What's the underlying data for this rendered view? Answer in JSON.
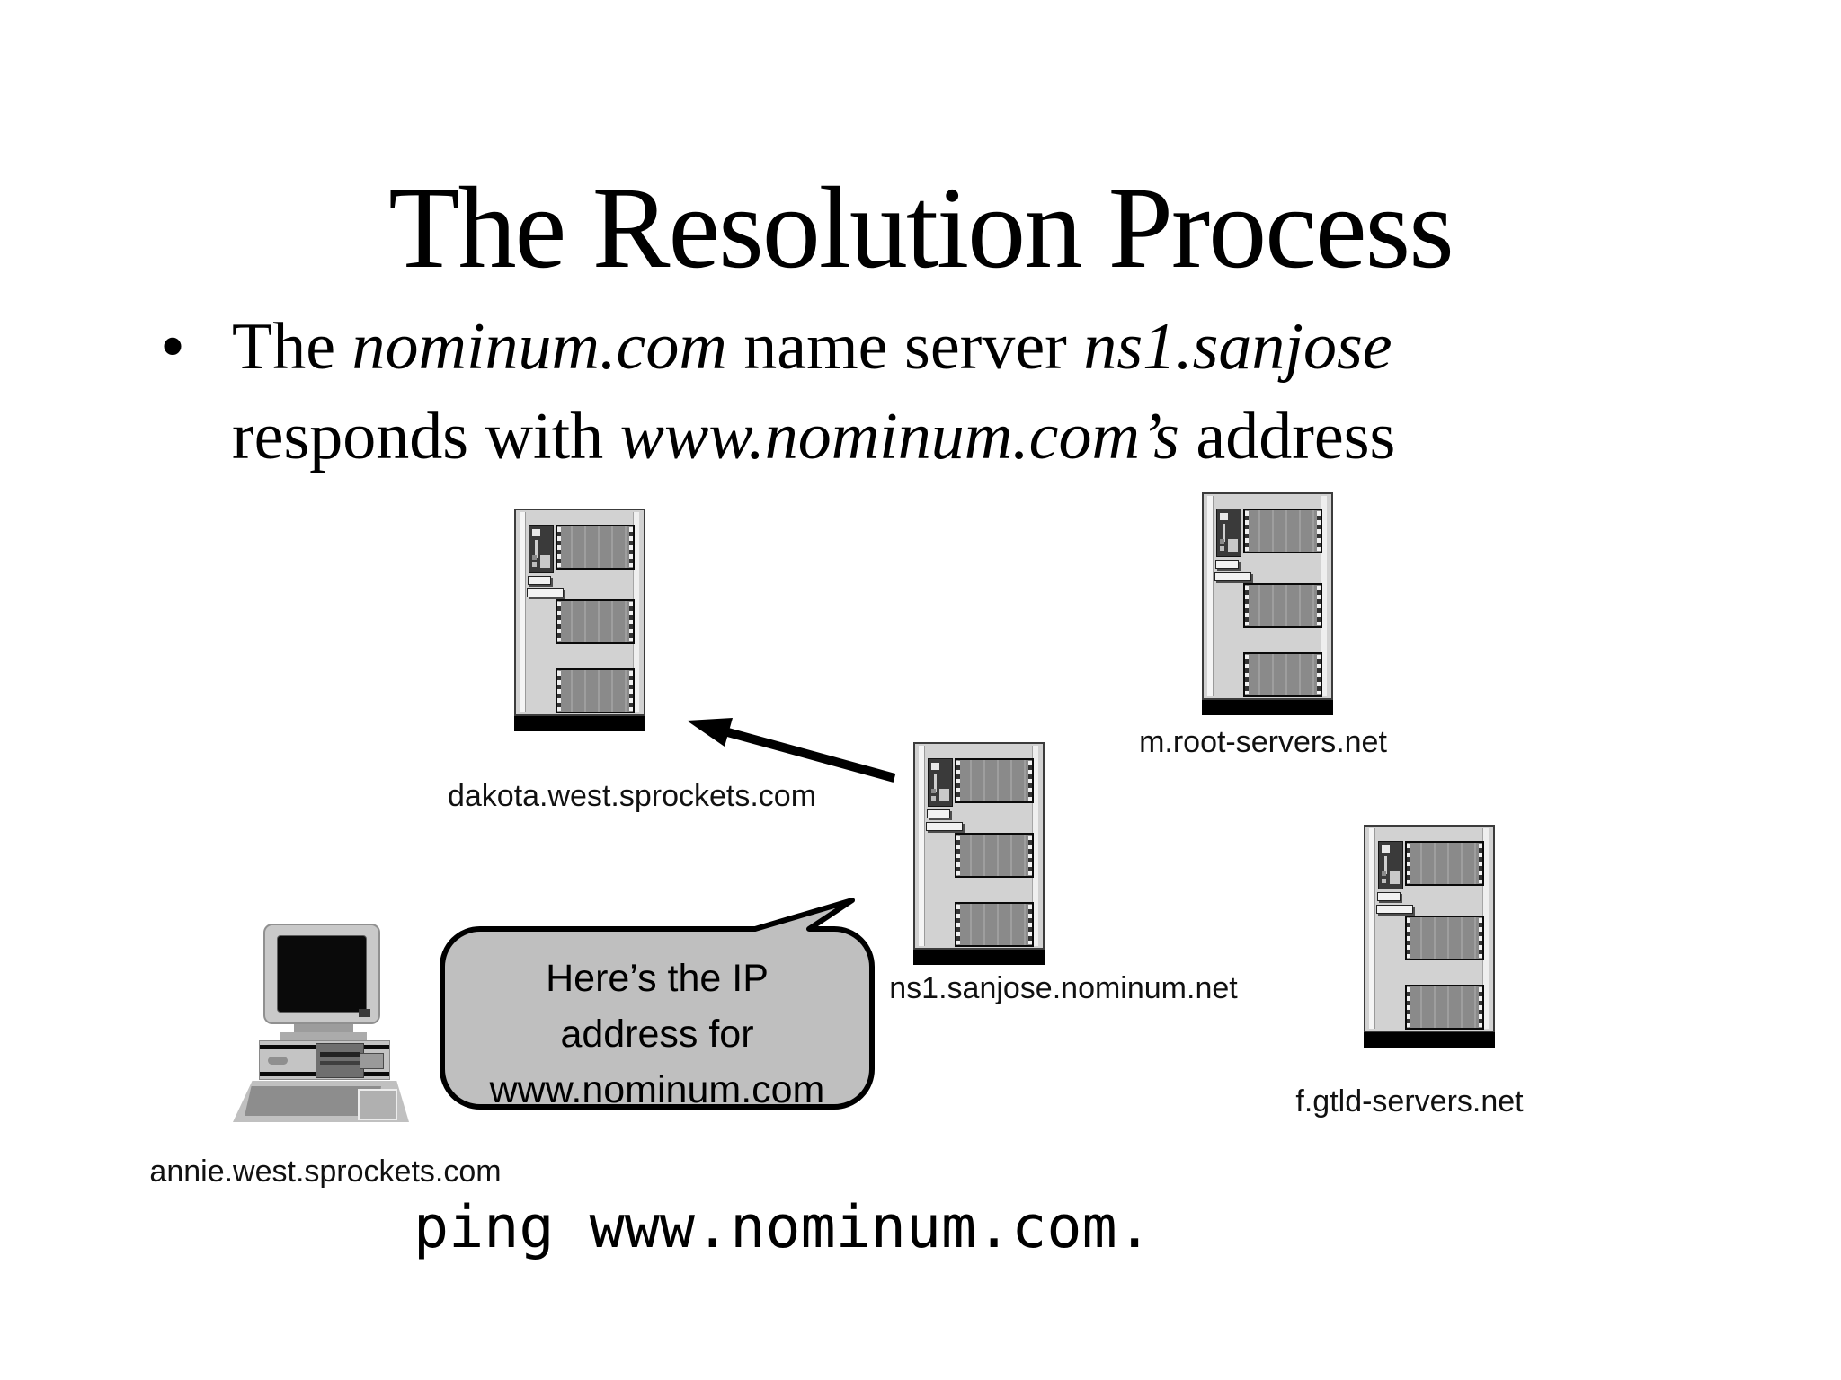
{
  "slide": {
    "title": "The Resolution Process",
    "bullet": {
      "marker": "•",
      "segments": [
        {
          "text": "The ",
          "style": "normal"
        },
        {
          "text": "nominum.com",
          "style": "italic"
        },
        {
          "text": " name server ",
          "style": "normal"
        },
        {
          "text": "ns1.sanjose",
          "style": "italic"
        },
        {
          "text": "responds with ",
          "style": "normal"
        },
        {
          "text": "www.nominum.com’s",
          "style": "italic"
        },
        {
          "text": " address",
          "style": "normal"
        }
      ]
    },
    "nodes": [
      {
        "id": "dakota",
        "type": "server",
        "label": "dakota.west.sprockets.com"
      },
      {
        "id": "m-root",
        "type": "server",
        "label": "m.root-servers.net"
      },
      {
        "id": "ns1-sanjose",
        "type": "server",
        "label": "ns1.sanjose.nominum.net"
      },
      {
        "id": "f-gtld",
        "type": "server",
        "label": "f.gtld-servers.net"
      },
      {
        "id": "annie",
        "type": "workstation",
        "label": "annie.west.sprockets.com"
      }
    ],
    "speech_bubble": {
      "lines": [
        "Here’s the IP",
        "address for",
        "www.nominum.com"
      ]
    },
    "arrow": {
      "from": "ns1.sanjose.nominum.net",
      "to": "dakota.west.sprockets.com"
    },
    "command_text": "ping www.nominum.com.",
    "colors": {
      "background": "#ffffff",
      "text": "#000000",
      "bubble_fill": "#bfbfbf",
      "machine_body": "#d2d2d2",
      "vent_panel": "#8c8c8c",
      "machine_base": "#000000"
    }
  }
}
